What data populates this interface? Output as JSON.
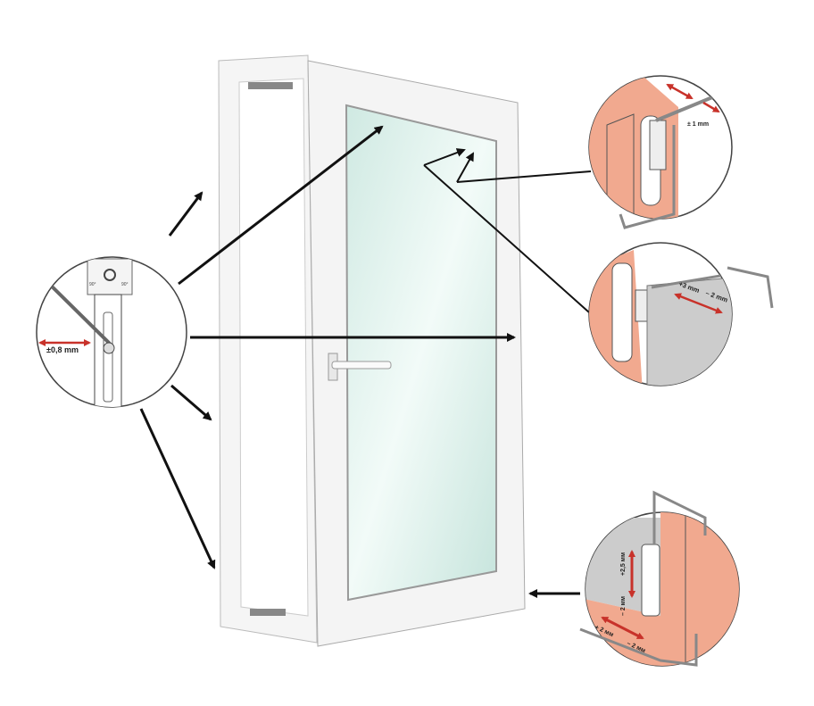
{
  "colors": {
    "frame_pink": "#f1a98f",
    "arrow_red": "#c8322a",
    "glass": "#d8efe8",
    "frame_white": "#f4f4f4"
  },
  "callouts": {
    "left": {
      "label": "±0,8 mm",
      "angle_left": "90°",
      "angle_right": "90°"
    },
    "top_right": {
      "label": "± 1 mm"
    },
    "middle_right": {
      "label_plus": "+3 mm",
      "label_minus": "– 2 mm"
    },
    "bottom_right": {
      "vertical_plus": "+2,5 мм",
      "vertical_minus": "– 2 мм",
      "horizontal_plus": "+ 2 мм",
      "horizontal_minus": "– 2 мм"
    }
  }
}
